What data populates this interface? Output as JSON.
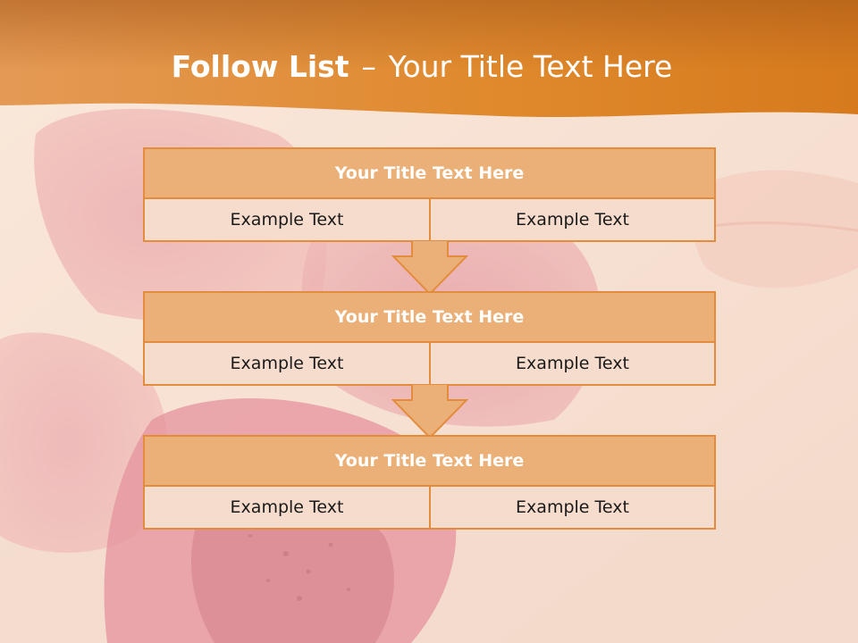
{
  "slide": {
    "title_bold": "Follow List",
    "title_dash": "–",
    "title_rest": "Your Title Text Here",
    "colors": {
      "header_band": "#e08a2c",
      "block_border": "#e48c3e",
      "block_header": "#eab077",
      "block_cell": "#f6dccd",
      "title_text": "#ffffff"
    }
  },
  "blocks": [
    {
      "title": "Your Title Text Here",
      "left_text": "Example Text",
      "right_text": "Example Text"
    },
    {
      "title": "Your Title Text Here",
      "left_text": "Example Text",
      "right_text": "Example Text"
    },
    {
      "title": "Your Title Text Here",
      "left_text": "Example Text",
      "right_text": "Example Text"
    }
  ],
  "connectors": [
    "down-arrow-icon",
    "down-arrow-icon"
  ]
}
